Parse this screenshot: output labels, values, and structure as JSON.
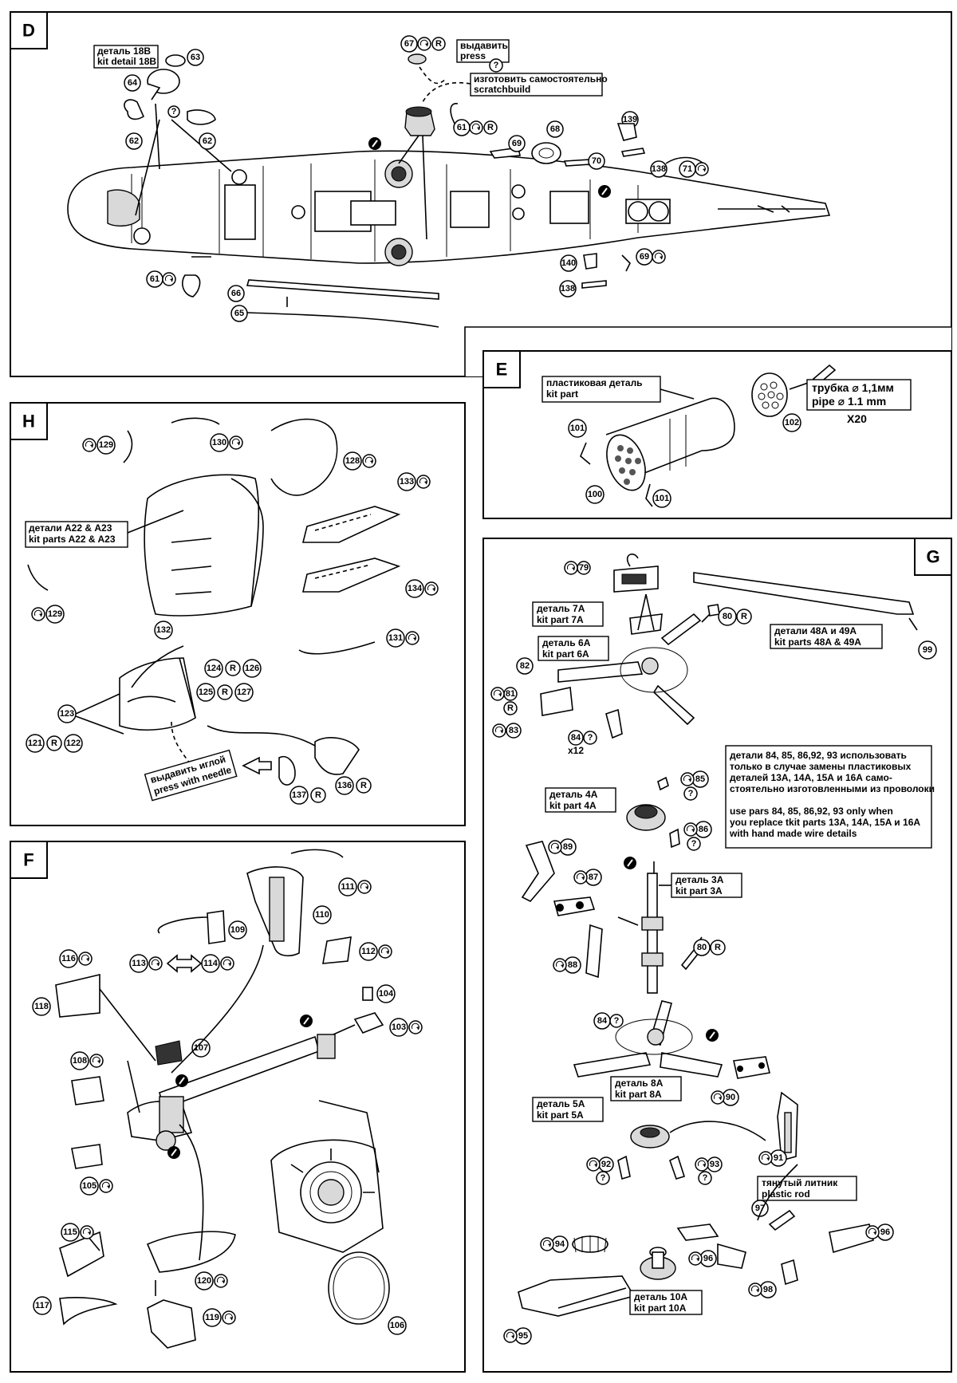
{
  "panels": {
    "D": "D",
    "E": "E",
    "H": "H",
    "F": "F",
    "G": "G"
  },
  "labels": {
    "d_18b_ru": "деталь 18В",
    "d_18b_en": "kit detail 18B",
    "d_press_ru": "выдавить",
    "d_press_en": "press",
    "d_scratch_ru": "изготовить самостоятельно",
    "d_scratch_en": "scratchbuild",
    "e_kit_ru": "пластиковая деталь",
    "e_kit_en": "kit part",
    "e_pipe_ru": "трубка ⌀ 1,1мм",
    "e_pipe_en": "pipe ⌀ 1.1  mm",
    "e_x20": "X20",
    "h_a22_ru": "детали А22 & А23",
    "h_a22_en": "kit parts A22 & A23",
    "h_needle_ru": "выдавить иглой",
    "h_needle_en": "press with needle",
    "g_7a_ru": "деталь 7А",
    "g_7a_en": "kit part 7A",
    "g_6a_ru": "деталь 6А",
    "g_6a_en": "kit part 6A",
    "g_48a_ru": "детали 48А и 49А",
    "g_48a_en": "kit parts 48A & 49A",
    "g_4a_ru": "деталь 4А",
    "g_4a_en": "kit part 4A",
    "g_3a_ru": "деталь 3А",
    "g_3a_en": "kit part 3A",
    "g_8a_ru": "деталь 8А",
    "g_8a_en": "kit part 8A",
    "g_5a_ru": "деталь 5А",
    "g_5a_en": "kit part 5A",
    "g_rod_ru": "тянутый литник",
    "g_rod_en": "plastic rod",
    "g_10a_ru": "деталь 10А",
    "g_10a_en": "kit part 10A",
    "g_x12": "x12",
    "g_note_ru1": "детали 84, 85, 86,92, 93 использовать",
    "g_note_ru2": "только в случае замены пластиковых",
    "g_note_ru3": "деталей 13А, 14А, 15А и 16А само-",
    "g_note_ru4": "стоятельно изготовленными из проволоки",
    "g_note_en1": "use pars 84, 85, 86,92, 93 only when",
    "g_note_en2": "you replace tkit parts 13A, 14A, 15A и 16A",
    "g_note_en3": "with hand made wire details"
  },
  "callouts": {
    "d63": "63",
    "d64": "64",
    "d62a": "62",
    "d62b": "62",
    "d67": "67",
    "d61a": "61",
    "d61b": "61",
    "d68": "68",
    "d69a": "69",
    "d70": "70",
    "d139": "139",
    "d138a": "138",
    "d71": "71",
    "d140": "140",
    "d69b": "69",
    "d138b": "138",
    "d66": "66",
    "d65": "65",
    "e101a": "101",
    "e101b": "101",
    "e100": "100",
    "e102": "102",
    "h129a": "129",
    "h130": "130",
    "h128": "128",
    "h133": "133",
    "h134": "134",
    "h129b": "129",
    "h131": "131",
    "h132": "132",
    "h124": "124",
    "h126": "126",
    "h125": "125",
    "h127": "127",
    "h123": "123",
    "h121": "121",
    "h122": "122",
    "h137": "137",
    "h136": "136",
    "f111": "111",
    "f110": "110",
    "f109": "109",
    "f116": "116",
    "f113": "113",
    "f114": "114",
    "f112": "112",
    "f118": "118",
    "f104": "104",
    "f103": "103",
    "f107": "107",
    "f108": "108",
    "f105": "105",
    "f115": "115",
    "f120": "120",
    "f106": "106",
    "f117": "117",
    "f119": "119",
    "g79": "79",
    "g80a": "80",
    "g82": "82",
    "g81": "81",
    "g83": "83",
    "g84a": "84",
    "g99": "99",
    "g85": "85",
    "g86": "86",
    "g89": "89",
    "g87": "87",
    "g88": "88",
    "g80b": "80",
    "g84b": "84",
    "g90": "90",
    "g91": "91",
    "g92": "92",
    "g93": "93",
    "g97": "97",
    "g94": "94",
    "g96a": "96",
    "g96b": "96",
    "g98": "98",
    "g95": "95"
  },
  "marks": {
    "r": "R",
    "q": "?"
  }
}
